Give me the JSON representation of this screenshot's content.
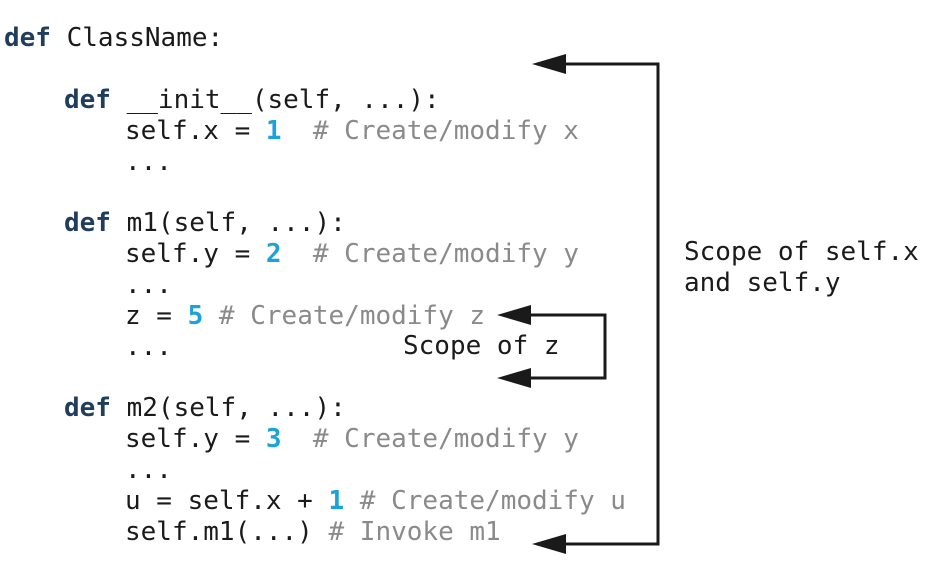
{
  "code": {
    "class_kw": "def",
    "class_name": "ClassName:",
    "init": {
      "kw": "def",
      "sig": "__init__(self, ...):"
    },
    "init_body": [
      {
        "pre": "self.x = ",
        "num": "1",
        "comment": "  # Create/modify x"
      },
      {
        "text": "..."
      }
    ],
    "m1": {
      "kw": "def",
      "sig": "m1(self, ...):"
    },
    "m1_body": [
      {
        "pre": "self.y = ",
        "num": "2",
        "comment": "  # Create/modify y"
      },
      {
        "text": "..."
      },
      {
        "pre": "z = ",
        "num": "5",
        "comment": " # Create/modify z"
      },
      {
        "text": "..."
      }
    ],
    "m2": {
      "kw": "def",
      "sig": "m2(self, ...):"
    },
    "m2_body": [
      {
        "pre": "self.y = ",
        "num": "3",
        "comment": "  # Create/modify y"
      },
      {
        "text": "..."
      },
      {
        "pre": "u = self.x + ",
        "num": "1",
        "comment": " # Create/modify u"
      },
      {
        "pre": "self.m1(...) ",
        "comment": "# Invoke m1"
      }
    ]
  },
  "annotations": {
    "scope_z": "Scope of z",
    "scope_self_line1": "Scope of self.x",
    "scope_self_line2": "and self.y"
  },
  "colors": {
    "keyword": "#1f3d5c",
    "number": "#1aa3d9",
    "comment": "#8a8a8a",
    "text": "#1a1a1a",
    "arrow": "#1a1a1a"
  }
}
